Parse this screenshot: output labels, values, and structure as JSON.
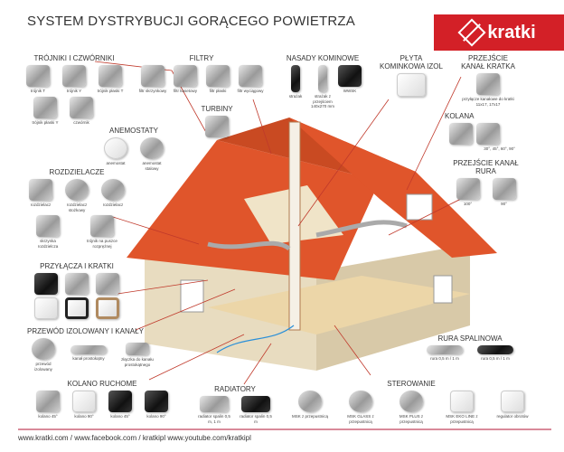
{
  "title": "SYSTEM DYSTRYBUCJI GORĄCEGO POWIETRZA",
  "logo": "kratki",
  "colors": {
    "brand": "#d32027",
    "roof": "#e0552b",
    "wall": "#e8dcc0",
    "leader": "#c0392b"
  },
  "sections": {
    "trojniki": {
      "title": "TRÓJNIKI I CZWÓRNIKI",
      "items": [
        "trójnik T",
        "trójnik Y",
        "trójnik płaski T",
        "trójnik płaski Y",
        "czwórnik"
      ]
    },
    "filtry": {
      "title": "FILTRY",
      "items": [
        "filtr skrzynkowy",
        "filtr kasetowy",
        "filtr płaski",
        "filtr wyciągowy"
      ]
    },
    "turbiny": {
      "title": "TURBINY"
    },
    "anemostaty": {
      "title": "ANEMOSTATY",
      "items": [
        "anemostat",
        "anemostat stalowy"
      ]
    },
    "nasady": {
      "title": "NASADY KOMINOWE",
      "items": [
        "strażak",
        "strażak z przejściem 140x270 mm",
        "WWSK"
      ]
    },
    "plyta": {
      "title": "PŁYTA KOMINKOWA IZOL"
    },
    "przejscie_kratka": {
      "title": "PRZEJŚCIE KANAŁ KRATKA",
      "items": [
        "przyłącze kanałowe do kratki 11x17, 17x17"
      ]
    },
    "kolana": {
      "title": "KOLANA",
      "items": [
        "30°, 45°, 60°, 90°"
      ]
    },
    "przejscie_rura": {
      "title": "PRZEJŚCIE KANAŁ RURA",
      "items": [
        "100°",
        "90°"
      ]
    },
    "rozdzielacze": {
      "title": "ROZDZIELACZE",
      "items": [
        "rozdzielacz",
        "rozdzielacz stożkowy",
        "rozdzielacz",
        "skrzynka rozdzielcza",
        "trójnik na puszce rozprężnej"
      ]
    },
    "przylacza": {
      "title": "PRZYŁĄCZA I KRATKI"
    },
    "przewod": {
      "title": "PRZEWÓD IZOLOWANY I KANAŁY",
      "items": [
        "przewód izolowany",
        "kanał prostokątny",
        "złączka do kanału prostokątnego"
      ]
    },
    "kolano_ruchome": {
      "title": "KOLANO RUCHOME",
      "items": [
        "kolano 45°",
        "kolano 90°",
        "kolano 45°",
        "kolano 90°"
      ]
    },
    "radiatory": {
      "title": "RADIATORY",
      "items": [
        "radiator spalin 0,5 m, 1 m",
        "radiator spalin 0,5 m"
      ]
    },
    "rura": {
      "title": "RURA SPALINOWA",
      "items": [
        "rura 0,5 m / 1 m",
        "rura 0,5 m / 1 m"
      ]
    },
    "sterowanie": {
      "title": "STEROWANIE",
      "items": [
        "MSK z przepustnicą",
        "MSK GLASS z przepustnicą",
        "MSK PLUS z przepustnicą",
        "MSK EKO LINE z przepustnicą",
        "regulator obrotów"
      ]
    }
  },
  "footer": "www.kratki.com / www.facebook.com / kratkipl www.youtube.com/kratkipl"
}
